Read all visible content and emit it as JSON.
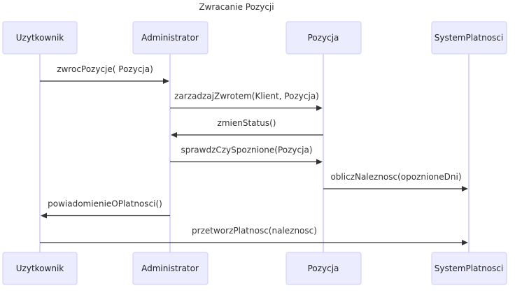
{
  "title": "Zwracanie Pozycji",
  "colors": {
    "actor_fill": "#ECECFF",
    "actor_stroke": "#CCCCFF",
    "lifeline": "#CCCCFF",
    "message": "#333333",
    "text": "#333333"
  },
  "participants": [
    {
      "id": "uzytkownik",
      "label": "Uzytkownik"
    },
    {
      "id": "administrator",
      "label": "Administrator"
    },
    {
      "id": "pozycja",
      "label": "Pozycja"
    },
    {
      "id": "systemplatnosci",
      "label": "SystemPlatnosci"
    }
  ],
  "messages": [
    {
      "from": "uzytkownik",
      "to": "administrator",
      "label": "zwrocPozycje( Pozycja)"
    },
    {
      "from": "administrator",
      "to": "pozycja",
      "label": "zarzadzajZwrotem(Klient, Pozycja)"
    },
    {
      "from": "pozycja",
      "to": "administrator",
      "label": "zmienStatus()"
    },
    {
      "from": "administrator",
      "to": "pozycja",
      "label": "sprawdzCzySpoznione(Pozycja)"
    },
    {
      "from": "pozycja",
      "to": "systemplatnosci",
      "label": "obliczNaleznosc(opoznioneDni)"
    },
    {
      "from": "administrator",
      "to": "uzytkownik",
      "label": "powiadomienieOPlatnosci()"
    },
    {
      "from": "uzytkownik",
      "to": "systemplatnosci",
      "label": "przetworzPlatnosc(naleznosc)"
    }
  ]
}
